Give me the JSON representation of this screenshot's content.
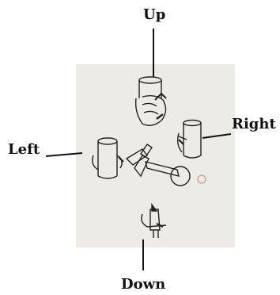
{
  "labels": {
    "up": "Up",
    "down": "Down",
    "left": "Left",
    "right": "Right"
  },
  "colors": {
    "background": "#ffffff",
    "photo_background": "#ecebe5",
    "ink": "#1a1a1a"
  }
}
